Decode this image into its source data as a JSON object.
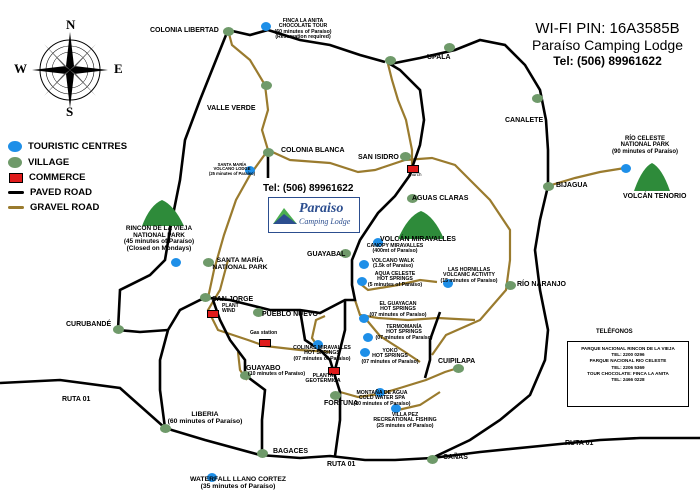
{
  "header": {
    "wifi": "WI-FI PIN: 16A3585B",
    "lodge": "Paraíso Camping Lodge",
    "tel": "Tel: (506) 89961622"
  },
  "compass": {
    "n": "N",
    "s": "S",
    "e": "E",
    "w": "W"
  },
  "legend": {
    "touristic": "TOURISTIC CENTRES",
    "village": "VILLAGE",
    "commerce": "COMMERCE",
    "paved": "PAVED ROAD",
    "gravel": "GRAVEL ROAD"
  },
  "map_tel": "Tel: (506) 89961622",
  "logo": {
    "line1": "Paraiso",
    "line2": "Camping Lodge"
  },
  "places": {
    "colonia_libertad": "COLONIA LIBERTAD",
    "finca_anita": "FINCA LA ANITA\nCHOCOLATE TOUR\n(60 minutes of Paraíso)\n(Reservation required)",
    "upala": "UPALA",
    "valle_verde": "VALLE VERDE",
    "canalete": "CANALETE",
    "colonia_blanca": "COLONIA BLANCA",
    "santa_maria_lodge": "SANTA MARÍA\nVOLCANO LODGE\n(25 minutes of Paraíso)",
    "san_isidro": "SAN ISIDRO",
    "church": "church",
    "rio_celeste": "RÍO CELESTE\nNATIONAL PARK\n(90 minutes of Paraíso)",
    "bijagua": "BIJAGUA",
    "volcan_tenorio": "VOLCÁN TENORIO",
    "aguas_claras": "AGUAS CLARAS",
    "rincon": "RINCON DE LA VIEJA\nNATIONAL PARK\n(45 minutes of Paraíso)\n(Closed on Mondays)",
    "volcan_miravalles": "VOLCÁN MIRAVALLES",
    "canopy": "CANOPY MIRAVALLES\n(400mt of Paraíso)",
    "guayabal": "GUAYABAL",
    "volcano_walk": "VOLCANO WALK\n(1.5k of Paraíso)",
    "hornillas": "LAS HORNILLAS\nVOLCANIC ACTIVITY\n(15 minutes of Paraíso)",
    "aqua_celeste": "AQUA CELESTE\nHOT SPRINGS\n(5 minutes of Paraíso)",
    "rio_naranjo": "RÍO NARANJO",
    "santa_maria_park": "SANTA MARÍA\nNATIONAL PARK",
    "san_jorge": "SAN JORGE",
    "plant_wind": "PLANT\nWIND",
    "pueblo_nuevo": "PUEBLO NUEVO",
    "guayacan": "EL GUAYACAN\nHOT SPRINGS\n(07 minutes of Paraíso)",
    "gas_station": "Gas station",
    "termomania": "TERMOMANÍA\nHOT SPRINGS\n(07 minutes of Paraíso)",
    "curubande": "CURUBANDÉ",
    "colinas": "COLINAS MIRAVALLES\nHOT SPRINGS\n(07 minutes of Paraíso)",
    "yoko": "YOKO\nHOT SPRINGS\n(07 minutes of Paraíso)",
    "cuipilapa": "CUIPILAPA",
    "guayabo": "GUAYABO",
    "guayabo_time": "(10 minutes of Paraíso)",
    "planta_geo": "PLANTA\nGEOTÉRMICA",
    "montana_agua": "MONTAÑA DE AGUA\nCOLD WATER SPA\n(20 minutes of Paraíso)",
    "fortuna": "FORTUNA",
    "villa_pez": "VILLA PEZ\nRECREATIONAL FISHING\n(25 minutes of Paraíso)",
    "ruta01_left": "RUTA 01",
    "liberia": "LIBERIA\n(60 minutes of Paraíso)",
    "bagaces": "BAGACES",
    "canas": "CAÑAS",
    "ruta01_mid": "RUTA 01",
    "ruta01_right": "RUTA 01",
    "waterfall": "WATERFALL LLANO CORTEZ\n(35 minutes of Paraíso)"
  },
  "phones": {
    "title": "TELÉFONOS",
    "rincon": "PARQUE NACIONAL RINCON DE LA VIEJA",
    "rincon_tel": "TEL: 2200 0296",
    "celeste": "PARQUE NACIONAL RIO CELESTE",
    "celeste_tel": "TEL: 2206 5369",
    "chocolate": "TOUR CHOCOLATE: FINCA LA ANITA",
    "chocolate_tel": "TEL: 2466 0228"
  },
  "colors": {
    "touristic": "#1e8fe8",
    "village": "#6f9a6a",
    "commerce": "#e01b1b",
    "paved": "#000000",
    "gravel": "#9a7b2e",
    "park_green": "#2e8b3a"
  }
}
